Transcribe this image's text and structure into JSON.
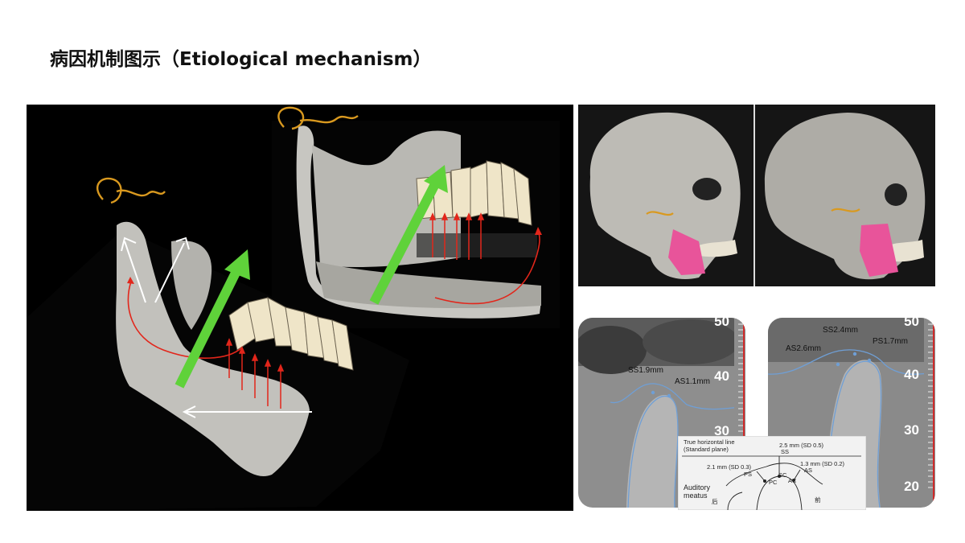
{
  "slide": {
    "title": "病因机制图示（Etiological mechanism）"
  },
  "colors": {
    "background_black": "#000000",
    "bone": "#c9c8c3",
    "tooth": "#efe5c8",
    "condyle_outline": "#d9991f",
    "force_arrow": "#5fd23a",
    "red_arrow": "#e2261b",
    "white_arrow": "#ffffff",
    "masseter": "#e8549a",
    "ct_outline": "#6f9fd6",
    "ruler_red": "#d12a2a"
  },
  "icons": {
    "condyle_tracing": "condyle-outline-icon",
    "force_vector": "green-arrow-icon",
    "muscle": "masseter-muscle-icon"
  },
  "ct_left": {
    "label_ss": "SS1.9mm",
    "label_as": "AS1.1mm",
    "ruler": [
      "50",
      "40",
      "30"
    ]
  },
  "ct_right": {
    "label_ss": "SS2.4mm",
    "label_as": "AS2.6mm",
    "label_ps": "PS1.7mm",
    "ruler": [
      "50",
      "40",
      "30",
      "20"
    ]
  },
  "schematic": {
    "true_horizontal": "True horizontal line",
    "standard_plane": "(Standard plane)",
    "ss_value": "2.5 mm  (SD 0.5)",
    "ss": "SS",
    "ps_value": "2.1 mm  (SD 0.3)",
    "ps": "PS",
    "as_value": "1.3 mm  (SD 0.2)",
    "as": "AS",
    "sc": "SC",
    "pc": "PC",
    "ac": "AC",
    "auditory": "Auditory",
    "meatus": "meatus",
    "posterior": "后",
    "anterior": "前"
  }
}
